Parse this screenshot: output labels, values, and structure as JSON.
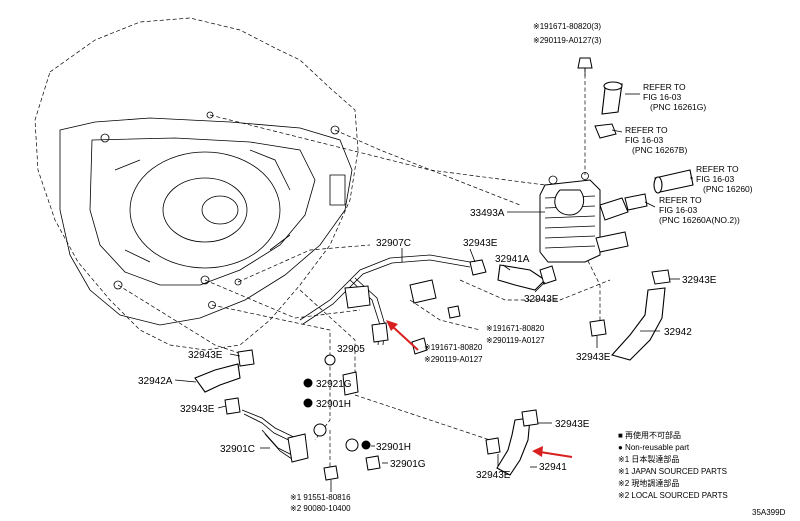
{
  "diagram": {
    "id": "35A399D",
    "colors": {
      "line": "#000000",
      "arrow": "#d92020",
      "background": "#ffffff"
    },
    "callouts": {
      "top_bolt_1": "※191671-80820(3)",
      "top_bolt_2": "※290119-A0127(3)",
      "p33493A": "33493A",
      "p32907C": "32907C",
      "p32943E_a": "32943E",
      "p32941A": "32941A",
      "p32943E_b": "32943E",
      "p32943E_c": "32943E",
      "p32942": "32942",
      "p32943E_d": "32943E",
      "mid_bolt_1": "※191671-80820",
      "mid_bolt_2": "※290119-A0127",
      "mid_bolt_3": "※191671-80820",
      "mid_bolt_4": "※290119-A0127",
      "p32905": "32905",
      "p32943E_e": "32943E",
      "p32942A": "32942A",
      "p32921G": "32921G",
      "p32901H_a": "32901H",
      "p32943E_f": "32943E",
      "p32901C": "32901C",
      "p32901H_b": "32901H",
      "p32901G": "32901G",
      "bot_bolt_1": "※1 91551-80816",
      "bot_bolt_2": "※2 90080-10400",
      "p32943E_g": "32943E",
      "p32943E_h": "32943E",
      "p32941": "32941"
    },
    "refers": [
      {
        "l1": "REFER TO",
        "l2": "FIG 16-03",
        "l3": "(PNC 16261G)"
      },
      {
        "l1": "REFER TO",
        "l2": "FIG 16-03",
        "l3": "(PNC 16267B)"
      },
      {
        "l1": "REFER TO",
        "l2": "FIG 16-03",
        "l3": "(PNC 16260)"
      },
      {
        "l1": "REFER TO",
        "l2": "FIG 16-03",
        "l3": "(PNC 16260A(NO.2))"
      }
    ],
    "legend": [
      "■ 再使用不可部品",
      "● Non-reusable part",
      "※1 日本製達部品",
      "※1 JAPAN SOURCED PARTS",
      "※2 現地調達部品",
      "※2 LOCAL SOURCED PARTS"
    ]
  }
}
